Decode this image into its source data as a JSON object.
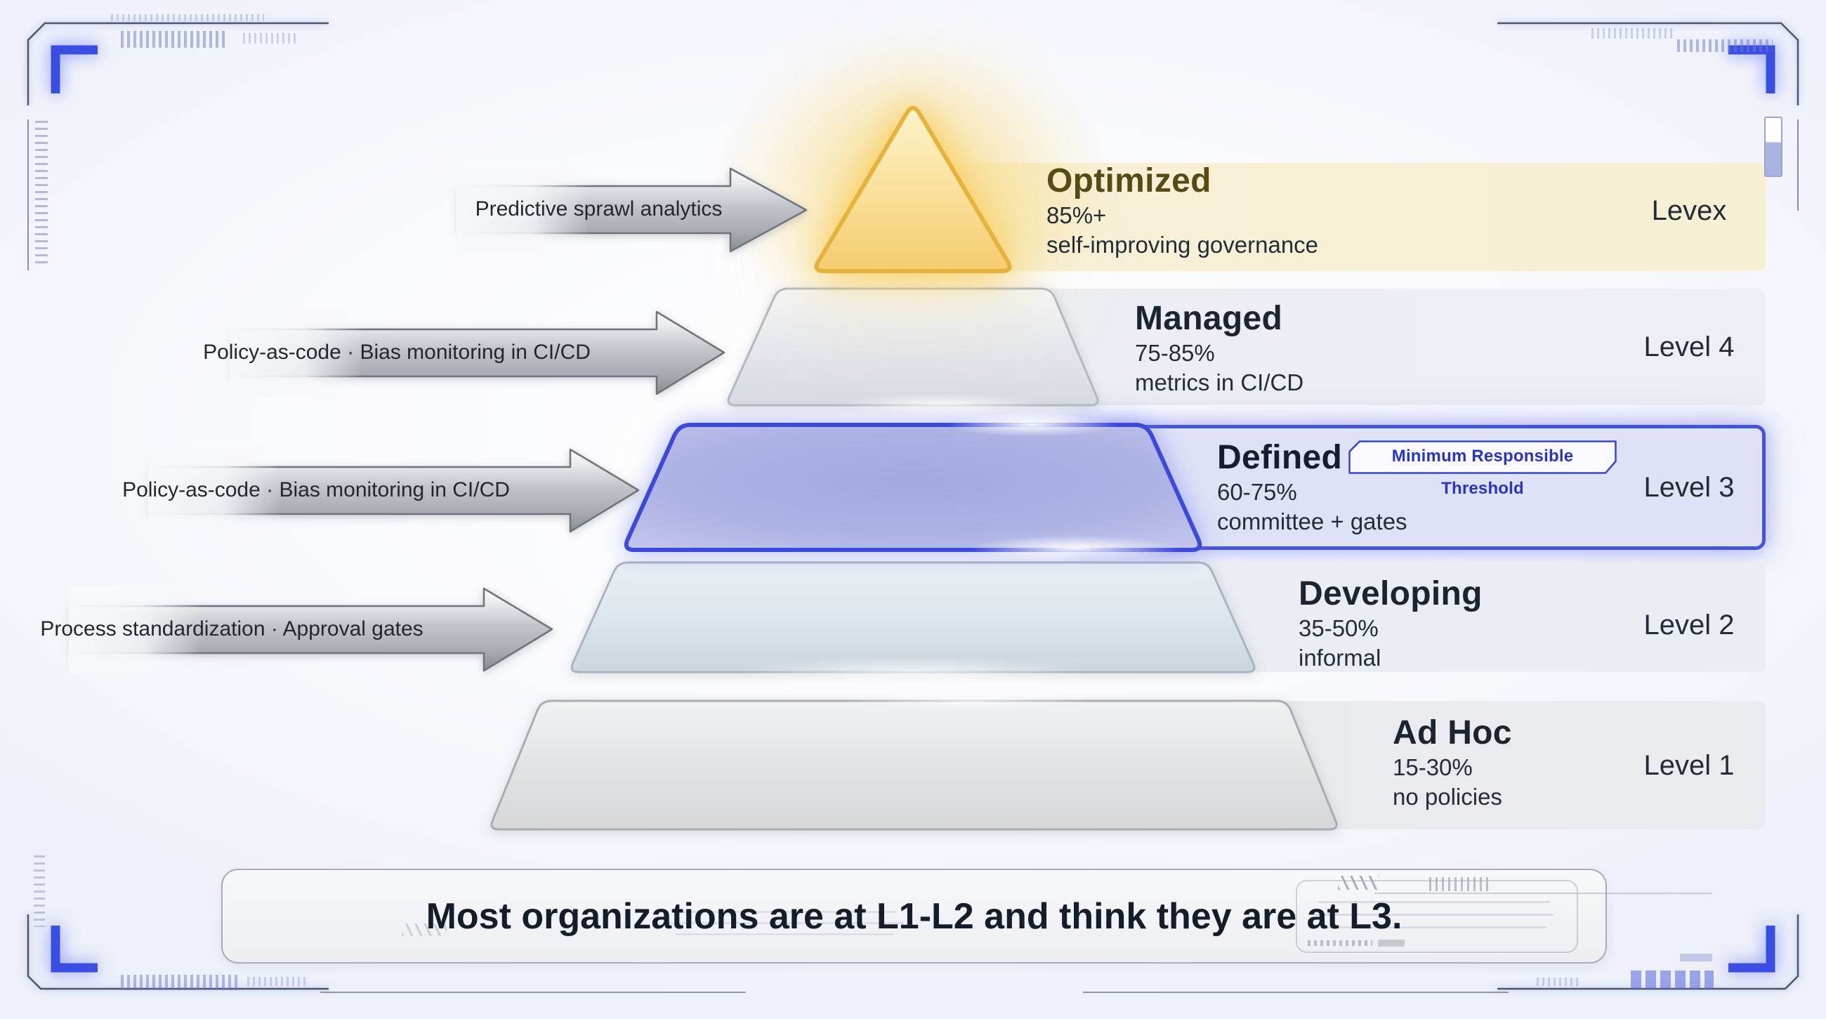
{
  "levels": [
    {
      "title": "Optimized",
      "range": "85%+",
      "desc": "self-improving governance",
      "level_label": "Levex"
    },
    {
      "title": "Managed",
      "range": "75-85%",
      "desc": "metrics in CI/CD",
      "level_label": "Level 4"
    },
    {
      "title": "Defined",
      "range": "60-75%",
      "desc": "committee + gates",
      "level_label": "Level 3",
      "badge": "Minimum Responsible Threshold"
    },
    {
      "title": "Developing",
      "range": "35-50%",
      "desc": "informal",
      "level_label": "Level 2"
    },
    {
      "title": "Ad Hoc",
      "range": "15-30%",
      "desc": "no policies",
      "level_label": "Level 1"
    }
  ],
  "arrows": [
    {
      "label": "Predictive sprawl analytics"
    },
    {
      "label": "Policy-as-code · Bias monitoring in CI/CD"
    },
    {
      "label": "Policy-as-code · Bias monitoring in CI/CD"
    },
    {
      "label": "Process standardization · Approval gates"
    }
  ],
  "footer": {
    "message": "Most organizations are at L1-L2 and think they are at L3."
  },
  "colors": {
    "accent_blue": "#4553d6",
    "accent_gold": "#e8b83e",
    "defined_band_fill": "#dfe2f7",
    "optimized_band_fill": "#f7f0d6",
    "badge_text": "#2735c5",
    "title_dark": "#1b2530",
    "title_gold": "#584a12"
  }
}
